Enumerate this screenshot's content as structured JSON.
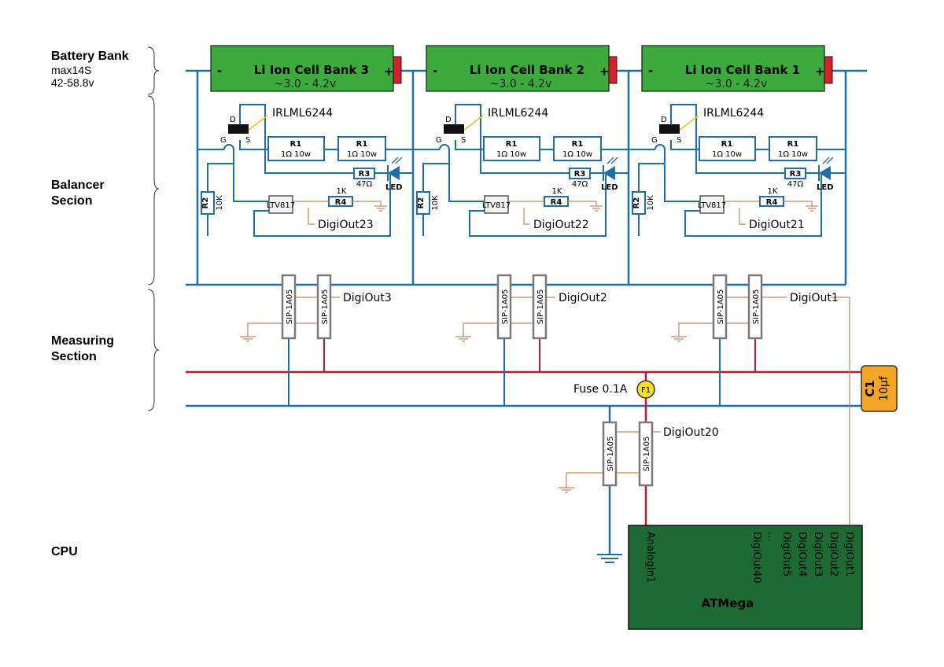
{
  "sections": {
    "battery_bank": "Battery Bank",
    "battery_max": "max14S",
    "battery_range": "42-58.8v",
    "balancer_line1": "Balancer",
    "balancer_line2": "Secion",
    "measuring_line1": "Measuring",
    "measuring_line2": "Section",
    "cpu": "CPU"
  },
  "cells": [
    {
      "name": "Li Ion Cell Bank 3",
      "voltage": "~3.0 - 4.2v",
      "out": "DigiOut23",
      "measure": "DigiOut3"
    },
    {
      "name": "Li Ion Cell Bank 2",
      "voltage": "~3.0 - 4.2v",
      "out": "DigiOut22",
      "measure": "DigiOut2"
    },
    {
      "name": "Li Ion Cell Bank 1",
      "voltage": "~3.0 - 4.2v",
      "out": "DigiOut21",
      "measure": "DigiOut1"
    }
  ],
  "balancer": {
    "mosfet": "IRLML6244",
    "pin_d": "D",
    "pin_g": "G",
    "pin_s": "S",
    "r1_name": "R1",
    "r1_value": "1Ω 10w",
    "r2_name": "R2",
    "r2_value": "10K",
    "r3_name": "R3",
    "r3_value": "47Ω",
    "r4_name": "R4",
    "r4_value": "1K",
    "led": "LED",
    "opto": "LTV817"
  },
  "battery_minus": "-",
  "battery_plus": "+",
  "relay": "SIP-1A05",
  "fuse_label": "Fuse 0.1A",
  "fuse_id": "F1",
  "cap_name": "C1",
  "cap_value": "10µf",
  "cpu_relay_out": "DigiOut20",
  "cpu": {
    "name": "ATMega",
    "analog": "AnalogIn1",
    "pins": [
      "DigiOut40",
      "...",
      "DigiOut5",
      "DigiOut4",
      "DigiOut3",
      "DigiOut2",
      "DigiOut1"
    ]
  },
  "colors": {
    "wire_blue": "#1f6fa8",
    "wire_red": "#c0182c",
    "wire_signal": "#c8865a",
    "battery_green": "#3caa3c",
    "battery_terminal": "#d8202c",
    "cpu_green": "#1c6b34",
    "cap_orange": "#f5a623",
    "fuse_yellow": "#f7e11e",
    "relay_border": "#7a7a7a",
    "led_blue": "#1f6fa8"
  }
}
